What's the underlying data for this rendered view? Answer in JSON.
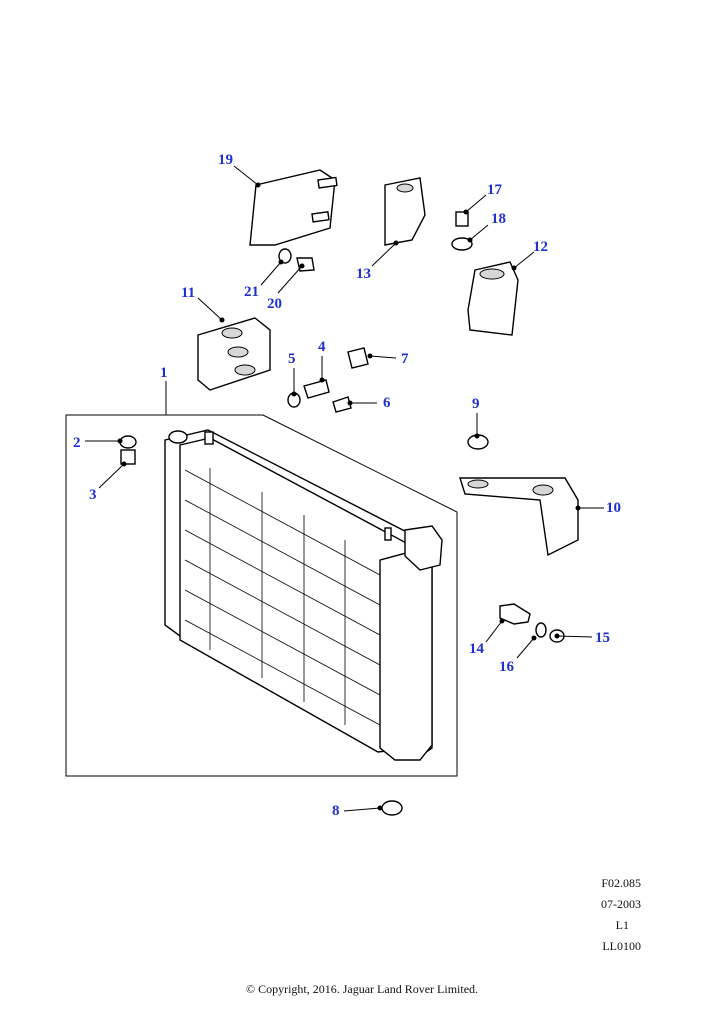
{
  "callouts": [
    {
      "id": "c1",
      "label": "1"
    },
    {
      "id": "c2",
      "label": "2"
    },
    {
      "id": "c3",
      "label": "3"
    },
    {
      "id": "c4",
      "label": "4"
    },
    {
      "id": "c5",
      "label": "5"
    },
    {
      "id": "c6",
      "label": "6"
    },
    {
      "id": "c7",
      "label": "7"
    },
    {
      "id": "c8",
      "label": "8"
    },
    {
      "id": "c9",
      "label": "9"
    },
    {
      "id": "c10",
      "label": "10"
    },
    {
      "id": "c11",
      "label": "11"
    },
    {
      "id": "c12",
      "label": "12"
    },
    {
      "id": "c13",
      "label": "13"
    },
    {
      "id": "c14",
      "label": "14"
    },
    {
      "id": "c15",
      "label": "15"
    },
    {
      "id": "c16",
      "label": "16"
    },
    {
      "id": "c17",
      "label": "17"
    },
    {
      "id": "c18",
      "label": "18"
    },
    {
      "id": "c19",
      "label": "19"
    },
    {
      "id": "c20",
      "label": "20"
    },
    {
      "id": "c21",
      "label": "21"
    }
  ],
  "meta": {
    "figure_code": "F02.085",
    "date": "07-2003",
    "level": "L1",
    "ref": "LL0100"
  },
  "copyright": "© Copyright, 2016. Jaguar Land Rover Limited.",
  "colors": {
    "callout": "#1f2fd0",
    "line": "#000000",
    "background": "#ffffff"
  }
}
